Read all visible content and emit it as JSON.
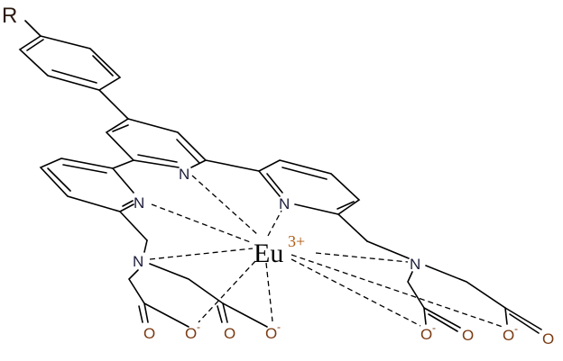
{
  "title": "Eu3+ terpyridine complex structure",
  "labels": {
    "substituent": "R",
    "metal": "Eu",
    "charge": "3+",
    "nitrogen": "N",
    "oxygen": "O",
    "minus": "-"
  }
}
